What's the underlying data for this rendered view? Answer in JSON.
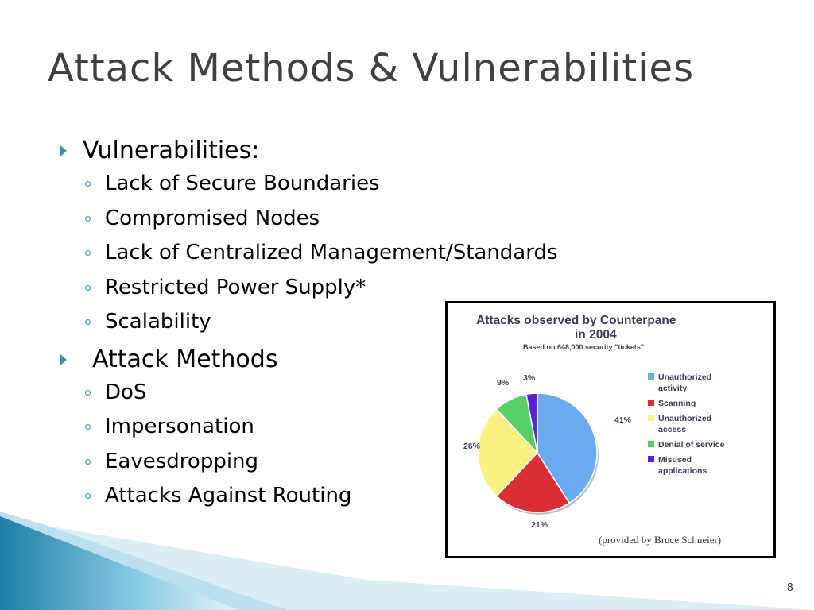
{
  "slide": {
    "title": "Attack Methods & Vulnerabilities",
    "number": "8"
  },
  "sections": [
    {
      "heading": "Vulnerabilities:",
      "items": [
        "Lack of Secure Boundaries",
        "Compromised Nodes",
        "Lack of Centralized Management/Standards",
        "Restricted Power Supply*",
        "Scalability"
      ]
    },
    {
      "heading": "Attack Methods",
      "items": [
        "DoS",
        "Impersonation",
        "Eavesdropping",
        "Attacks Against Routing"
      ]
    }
  ],
  "colors": {
    "accent": "#2f95b8",
    "title": "#404040"
  },
  "chart_data": {
    "type": "pie",
    "title": "Attacks observed by Counterpane in 2004",
    "title_lines": [
      "Attacks observed by Counterpane",
      "in 2004"
    ],
    "subtitle": "Based on 648,000 security \"tickets\"",
    "credit": "(provided by Bruce Schneier)",
    "legend_position": "right",
    "slices": [
      {
        "label": "Unauthorized activity",
        "legend_lines": [
          "Unauthorized",
          "activity"
        ],
        "value": 41,
        "value_label": "41%",
        "color": "#6aaaf0"
      },
      {
        "label": "Scanning",
        "legend_lines": [
          "Scanning"
        ],
        "value": 21,
        "value_label": "21%",
        "color": "#dc2e35"
      },
      {
        "label": "Unauthorized access",
        "legend_lines": [
          "Unauthorized",
          "access"
        ],
        "value": 26,
        "value_label": "26%",
        "color": "#fbf282"
      },
      {
        "label": "Denial of service",
        "legend_lines": [
          "Denial of service"
        ],
        "value": 9,
        "value_label": "9%",
        "color": "#55d067"
      },
      {
        "label": "Misused applications",
        "legend_lines": [
          "Misused",
          "applications"
        ],
        "value": 3,
        "value_label": "3%",
        "color": "#5a22d8"
      }
    ]
  }
}
